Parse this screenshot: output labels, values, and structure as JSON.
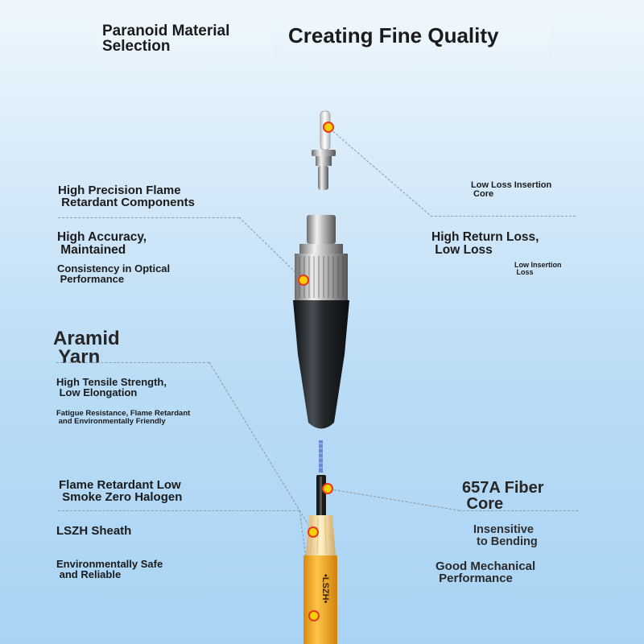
{
  "header": {
    "left_title": "Paranoid Material\nSelection",
    "right_title": "Creating Fine Quality"
  },
  "left_labels": {
    "flame_components": "High Precision Flame\n Retardant Components",
    "accuracy": "High Accuracy,\n Maintained",
    "consistency": "Consistency in Optical\n Performance",
    "aramid": "Aramid\n Yarn",
    "tensile": "High Tensile Strength,\n Low Elongation",
    "fatigue": "Fatigue Resistance, Flame Retardant\n and Environmentally Friendly",
    "lszh_low_smoke": "Flame Retardant Low\n Smoke Zero Halogen",
    "lszh_sheath": "LSZH Sheath",
    "env_safe": "Environmentally Safe\n and Reliable"
  },
  "right_labels": {
    "insertion_core": "Low Loss Insertion\n Core",
    "return_loss": "High Return Loss,\n Low Loss",
    "insertion_loss": "Low Insertion\n Loss",
    "fiber_core": "657A Fiber\n Core",
    "insensitive": "Insensitive\n to Bending",
    "mechanical": "Good Mechanical\n Performance"
  },
  "jacket_print": "•LSZH•",
  "colors": {
    "marker_fill": "#f6d000",
    "marker_ring": "#e53a1e",
    "jacket": "#f2a91a",
    "connector_body": "#1f2326",
    "ferrule": "#eeeeee",
    "text": "#1b1b1b"
  }
}
